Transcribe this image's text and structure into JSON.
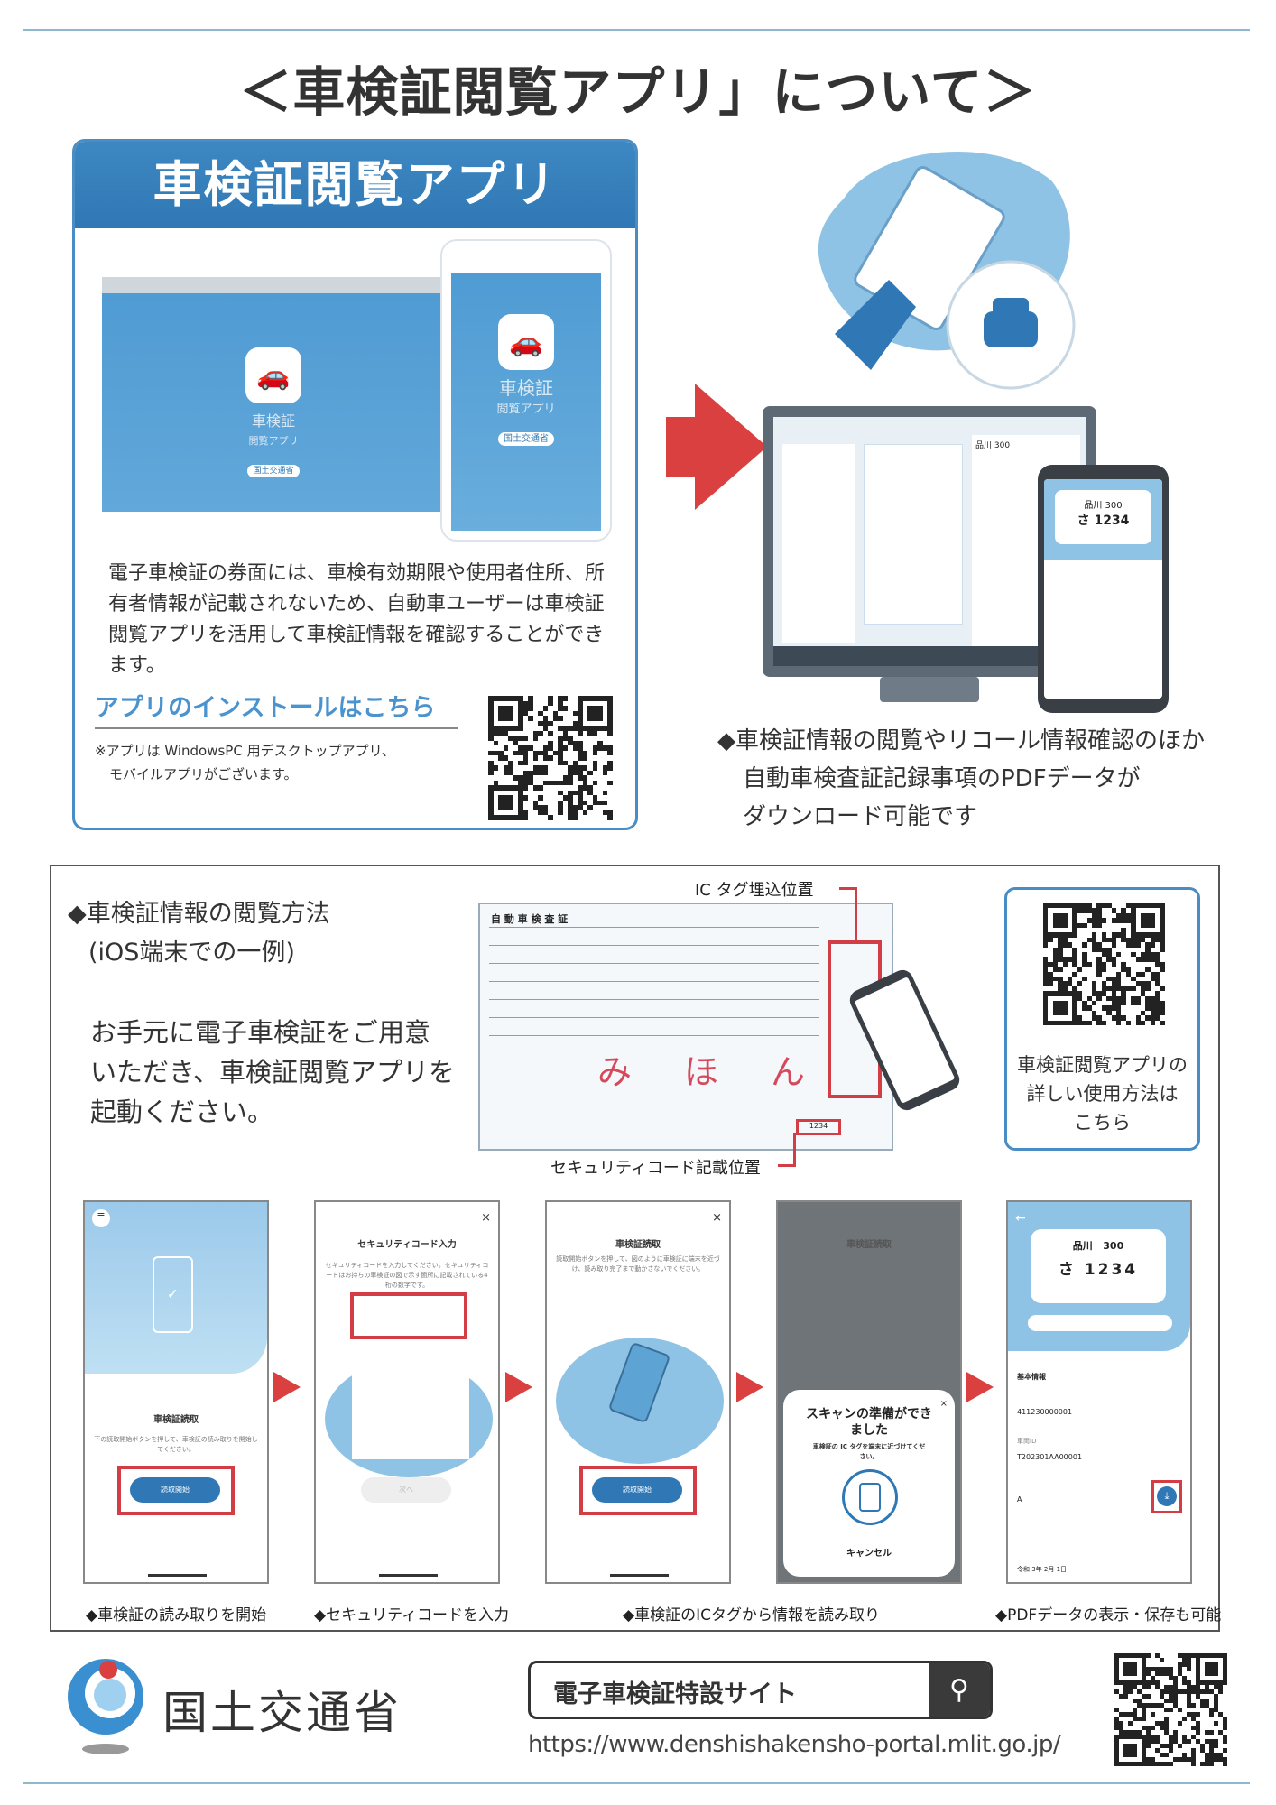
{
  "title": "＜車検証閲覧アプリ」について＞",
  "app_box": {
    "header": "車検証閲覧アプリ",
    "mock_label_line1": "車検証",
    "mock_label_line2": "閲覧アプリ",
    "mock_ministry": "国土交通省",
    "description": "電子車検証の券面には、車検有効期限や使用者住所、所有者情報が記載されないため、自動車ユーザーは車検証閲覧アプリを活用して車検証情報を確認することができます。",
    "install_link": "アプリのインストールはこちら",
    "note_line1": "※アプリは WindowsPC 用デスクトップアプリ、",
    "note_line2": "モバイルアプリがございます。"
  },
  "right_panel": {
    "plate_area": "品川 300",
    "plate_number": "さ 1234",
    "caption_line1": "◆車検証情報の閲覧やリコール情報確認のほか",
    "caption_line2": "自動車検査証記録事項のPDFデータが",
    "caption_line3": "ダウンロード可能です"
  },
  "howto": {
    "heading": "◆車検証情報の閲覧方法",
    "subheading": "(iOS端末での一例)",
    "body_line1": "お手元に電子車検証をご用意",
    "body_line2": "いただき、車検証閲覧アプリを",
    "body_line3": "起動ください。",
    "cert_title": "自 動 車 検 査 証",
    "cert_sample": "みほん",
    "security_code": "1234",
    "ic_tag_label": "IC タグ埋込位置",
    "security_label": "セキュリティコード記載位置",
    "qr_caption_line1": "車検証閲覧アプリの",
    "qr_caption_line2": "詳しい使用方法は",
    "qr_caption_line3": "こちら"
  },
  "steps": [
    {
      "screen_title": "車検証読取",
      "screen_text": "下の読取開始ボタンを押して、車検証の読み取りを開始してください。",
      "button": "読取開始",
      "caption": "◆車検証の読み取りを開始"
    },
    {
      "screen_title": "セキュリティコード入力",
      "screen_text": "セキュリティコードを入力してください。セキュリティコードはお持ちの車検証の図で示す箇所に記載されている4桁の数字です。",
      "button": "次へ",
      "caption": "◆セキュリティコードを入力"
    },
    {
      "screen_title": "車検証読取",
      "screen_text": "読取開始ボタンを押して、図のように車検証に端末を近づけ、読み取り完了まで動かさないでください。",
      "button": "読取開始",
      "caption": "◆車検証のICタグから情報を読み取り"
    },
    {
      "screen_title": "車検証読取",
      "dialog_title": "スキャンの準備ができました",
      "dialog_text": "車検証の IC タグを端末に近づけてください。",
      "button": "キャンセル"
    },
    {
      "plate_area": "品川",
      "plate_class": "300",
      "plate_number": "さ 1234",
      "section": "基本情報",
      "field1_value": "411230000001",
      "field2_label": "車両ID",
      "field2_value": "T202301AA00001",
      "field3_value": "A",
      "field4_value": "令和 3年 2月 1日",
      "caption": "◆PDFデータの表示・保存も可能"
    }
  ],
  "footer": {
    "ministry": "国土交通省",
    "search_label": "電子車検証特設サイト",
    "url": "https://www.denshishakensho-portal.mlit.go.jp/"
  },
  "colors": {
    "accent": "#2f78b5",
    "arrow": "#d9403f",
    "highlight": "#d33d45"
  }
}
